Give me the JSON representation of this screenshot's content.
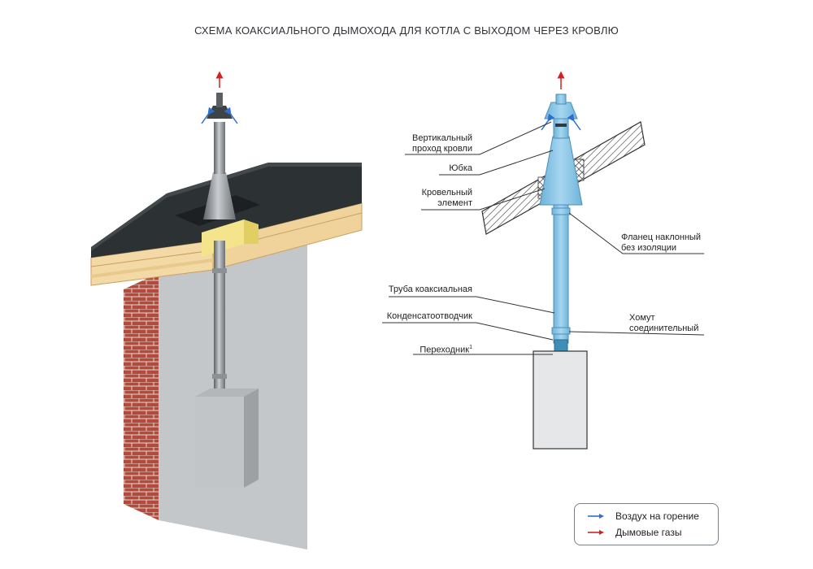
{
  "title": "СХЕМА КОАКСИАЛЬНОГО ДЫМОХОДА ДЛЯ КОТЛА С ВЫХОДОМ ЧЕРЕЗ КРОВЛЮ",
  "labels": {
    "vertical_pass_line1": "Вертикальный",
    "vertical_pass_line2": "проход кровли",
    "skirt": "Юбка",
    "roof_element_line1": "Кровельный",
    "roof_element_line2": "элемент",
    "flange_line1": "Фланец наклонный",
    "flange_line2": "без изоляции",
    "coaxial_pipe": "Труба коаксиальная",
    "condensate_trap": "Конденсатоотводчик",
    "clamp_line1": "Хомут",
    "clamp_line2": "соединительный",
    "adapter": "Переходник",
    "adapter_sup": "1"
  },
  "legend": {
    "air": "Воздух на горение",
    "gases": "Дымовые газы"
  },
  "colors": {
    "air_arrow": "#2c6fd0",
    "gas_arrow": "#d42020",
    "pipe_blue": "#8fc7e6",
    "roof_dark": "#2d3436",
    "brick": "#b5473a",
    "wall": "#c8cbcd"
  }
}
